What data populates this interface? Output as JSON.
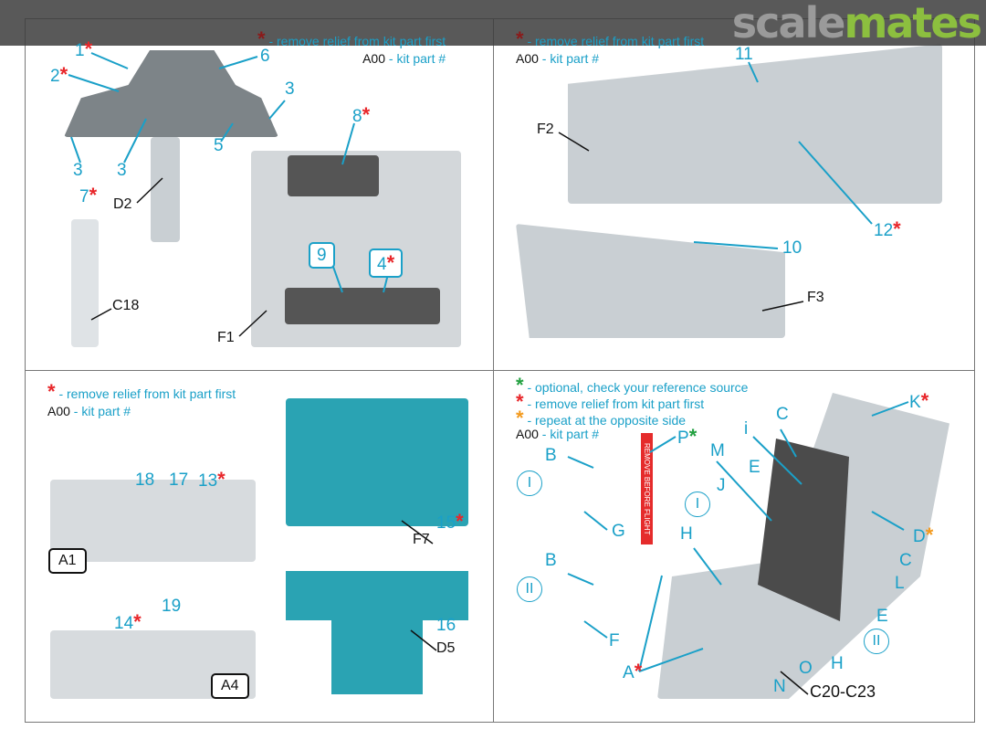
{
  "watermark": "scalemates",
  "watermark_parts": [
    "scale",
    "mates"
  ],
  "legend_common": {
    "star": "*",
    "remove": " - remove relief from kit part first",
    "part_code": "A00",
    "part_text": " - kit part #"
  },
  "legend_seat": {
    "optional": " - optional, check your reference source",
    "remove": " - remove relief from kit part first",
    "repeat": " - repeat at the opposite side"
  },
  "tag_text": "REMOVE BEFORE FLIGHT",
  "colors": {
    "accent": "#1aa0c8",
    "red_star": "#e8262a",
    "green_star": "#22a040",
    "orange_star": "#f39a1e"
  },
  "panel1": {
    "labels": [
      "1",
      "2",
      "6",
      "3",
      "3",
      "3",
      "5",
      "7",
      "8",
      "9",
      "4"
    ],
    "parts": [
      "D2",
      "C18",
      "F1"
    ]
  },
  "panel2": {
    "labels": [
      "11",
      "12",
      "10"
    ],
    "parts": [
      "F2",
      "F3"
    ]
  },
  "panel3": {
    "labels": [
      "18",
      "17",
      "13",
      "14",
      "19",
      "15",
      "16"
    ],
    "parts": [
      "A1",
      "A4",
      "F7",
      "D5"
    ]
  },
  "panel4": {
    "labels": [
      "B",
      "I",
      "G",
      "B",
      "II",
      "F",
      "P",
      "C",
      "i",
      "K",
      "M",
      "E",
      "J",
      "I",
      "D",
      "C",
      "H",
      "L",
      "E",
      "II",
      "H",
      "O",
      "N",
      "A"
    ],
    "parts": [
      "C20-C23"
    ]
  }
}
